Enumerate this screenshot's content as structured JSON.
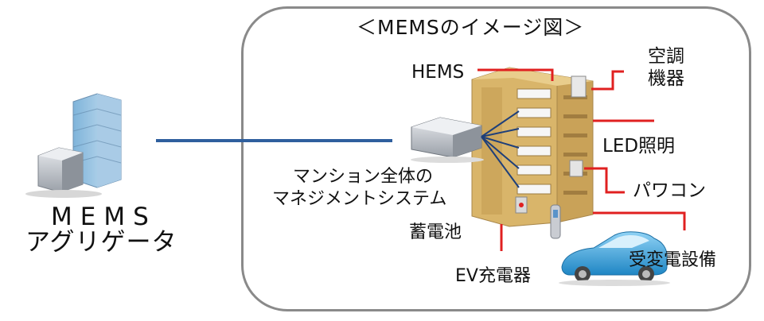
{
  "diagram": {
    "title": "＜MEMSのイメージ図＞",
    "aggregator_line1": "MEMS",
    "aggregator_line2": "アグリゲータ",
    "labels": {
      "hems": "HEMS",
      "aircon_line1": "空調",
      "aircon_line2": "機器",
      "led": "LED照明",
      "power_conditioner": "パワコン",
      "management_line1": "マンション全体の",
      "management_line2": "マネジメントシステム",
      "battery": "蓄電池",
      "ev_charger": "EV充電器",
      "substation": "受変電設備"
    }
  },
  "colors": {
    "frame": "#8a8a8a",
    "link_line": "#2f5f9e",
    "wiring": "#e02020",
    "building": "#d9b56a",
    "car": "#3aa0d8",
    "server": "#b8bcc4"
  },
  "icons": [
    "aggregator-building-icon",
    "server-icon",
    "apartment-building-icon",
    "ev-charger-icon",
    "car-icon"
  ]
}
